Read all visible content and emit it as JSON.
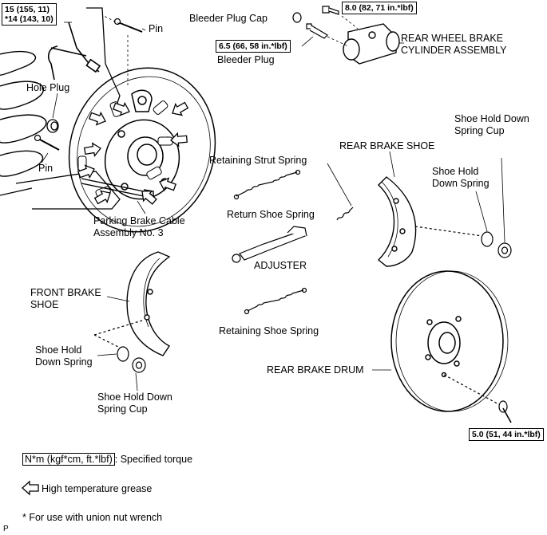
{
  "labels": {
    "pin_top": "Pin",
    "hole_plug": "Hole Plug",
    "pin_left": "Pin",
    "bleeder_plug_cap": "Bleeder Plug Cap",
    "bleeder_plug": "Bleeder Plug",
    "wheel_cylinder": [
      "REAR WHEEL BRAKE",
      "CYLINDER ASSEMBLY"
    ],
    "parking_cable": [
      "Parking Brake Cable",
      "Assembly No. 3"
    ],
    "retaining_strut_spring": "Retaining Strut Spring",
    "return_shoe_spring": "Return Shoe Spring",
    "adjuster": "ADJUSTER",
    "retaining_shoe_spring": "Retaining Shoe Spring",
    "rear_brake_shoe": "REAR BRAKE SHOE",
    "shoe_hold_down_spring_cup_right": [
      "Shoe Hold Down",
      "Spring Cup"
    ],
    "shoe_hold_down_spring_right": [
      "Shoe Hold",
      "Down Spring"
    ],
    "front_brake_shoe": [
      "FRONT BRAKE",
      "SHOE"
    ],
    "shoe_hold_down_spring_left": [
      "Shoe Hold",
      "Down Spring"
    ],
    "shoe_hold_down_spring_cup_left": [
      "Shoe Hold Down",
      "Spring Cup"
    ],
    "rear_brake_drum": "REAR BRAKE DRUM"
  },
  "torques": {
    "brake_line": [
      "15 (155, 11)",
      "*14 (143, 10)"
    ],
    "cylinder_bolt": "8.0 (82, 71 in.*lbf)",
    "bleeder_plug": "6.5 (66, 58 in.*lbf)",
    "drum_screw": "5.0 (51, 44 in.*lbf)"
  },
  "legend": {
    "torque_unit": "N*m (kgf*cm, ft.*lbf)",
    "torque_text": ": Specified torque",
    "grease_text": "High temperature grease",
    "footnote": "* For use with union nut wrench"
  },
  "corner_mark": "P",
  "icons": [
    "hollow-arrow-icon"
  ]
}
